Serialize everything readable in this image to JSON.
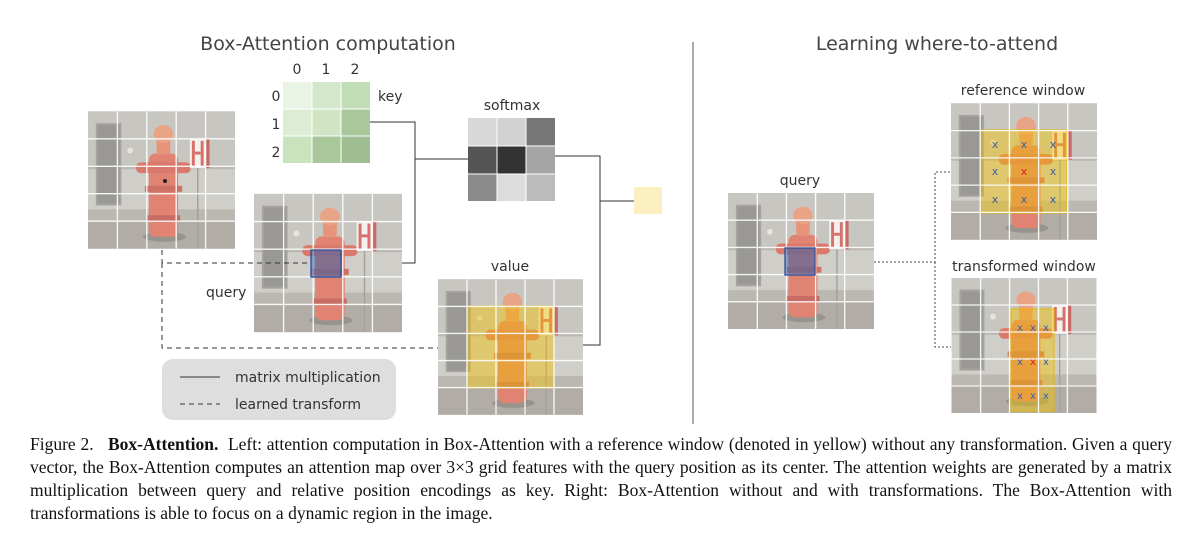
{
  "left_panel": {
    "title": "Box-Attention computation",
    "key_label": "key",
    "key_col_indices": [
      "0",
      "1",
      "2"
    ],
    "key_row_indices": [
      "0",
      "1",
      "2"
    ],
    "softmax_label": "softmax",
    "value_label": "value",
    "query_label": "query",
    "legend": {
      "solid_label": "matrix multiplication",
      "dashed_label": "learned transform"
    }
  },
  "right_panel": {
    "title": "Learning where-to-attend",
    "query_label": "query",
    "reference_label": "reference window",
    "transformed_label": "transformed window"
  },
  "colors": {
    "highlight_yellow": "#f2c200",
    "query_box_blue": "#3a5fa8",
    "key_green": "#9dc38b",
    "softmax_dark": "#333333",
    "output_yellow": "#fdf0c0"
  },
  "caption": {
    "figure_no": "Figure 2.",
    "bold_title": "Box-Attention.",
    "body": "Left: attention computation in Box-Attention with a reference window (denoted in yellow) without any transformation. Given a query vector, the Box-Attention computes an attention map over 3×3 grid features with the query position as its center. The attention weights are generated by a matrix multiplication between query and relative position encodings as key. Right: Box-Attention without and with transformations. The Box-Attention with transformations is able to focus on a dynamic region in the image."
  }
}
